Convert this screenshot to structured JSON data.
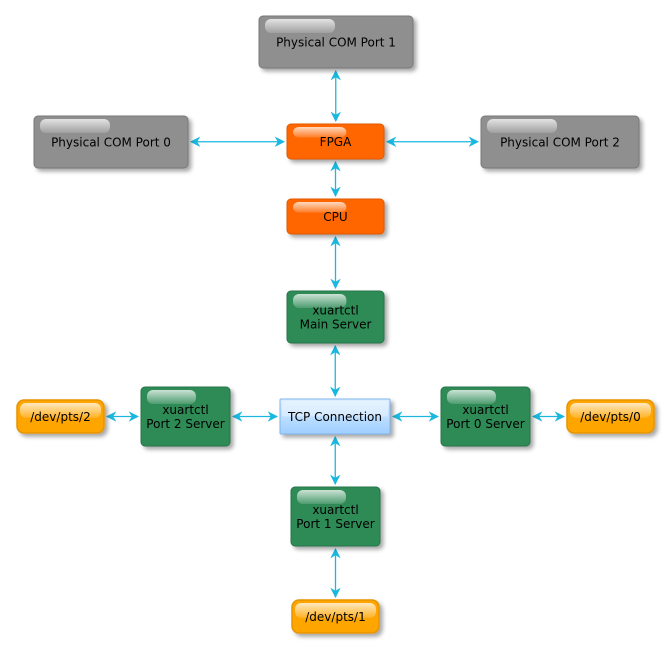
{
  "nodes": {
    "com1": {
      "lines": [
        "Physical COM Port 1"
      ],
      "kind": "gray"
    },
    "com0": {
      "lines": [
        "Physical COM Port 0"
      ],
      "kind": "gray"
    },
    "com2": {
      "lines": [
        "Physical COM Port 2"
      ],
      "kind": "gray"
    },
    "fpga": {
      "lines": [
        "FPGA"
      ],
      "kind": "orange"
    },
    "cpu": {
      "lines": [
        "CPU"
      ],
      "kind": "orange"
    },
    "main": {
      "lines": [
        "xuartctl",
        "Main Server"
      ],
      "kind": "green"
    },
    "tcp": {
      "lines": [
        "TCP Connection"
      ],
      "kind": "blue"
    },
    "port2": {
      "lines": [
        "xuartctl",
        "Port 2 Server"
      ],
      "kind": "green"
    },
    "port0": {
      "lines": [
        "xuartctl",
        "Port 0 Server"
      ],
      "kind": "green"
    },
    "port1": {
      "lines": [
        "xuartctl",
        "Port 1 Server"
      ],
      "kind": "green"
    },
    "pts2": {
      "lines": [
        "/dev/pts/2"
      ],
      "kind": "yellow"
    },
    "pts0": {
      "lines": [
        "/dev/pts/0"
      ],
      "kind": "yellow"
    },
    "pts1": {
      "lines": [
        "/dev/pts/1"
      ],
      "kind": "yellow"
    }
  },
  "edges": [
    [
      "com1",
      "fpga"
    ],
    [
      "com0",
      "fpga"
    ],
    [
      "fpga",
      "com2"
    ],
    [
      "fpga",
      "cpu"
    ],
    [
      "cpu",
      "main"
    ],
    [
      "main",
      "tcp"
    ],
    [
      "port2",
      "tcp"
    ],
    [
      "tcp",
      "port0"
    ],
    [
      "tcp",
      "port1"
    ],
    [
      "pts2",
      "port2"
    ],
    [
      "port0",
      "pts0"
    ],
    [
      "port1",
      "pts1"
    ]
  ],
  "colors": {
    "arrow": "#1ab8e0",
    "gray_fill": "#8f8f8f",
    "orange_fill": "#ff6600",
    "green_fill": "#2e8b57",
    "blue_fill": "#a8d4ff",
    "yellow_fill": "#ffa500"
  }
}
